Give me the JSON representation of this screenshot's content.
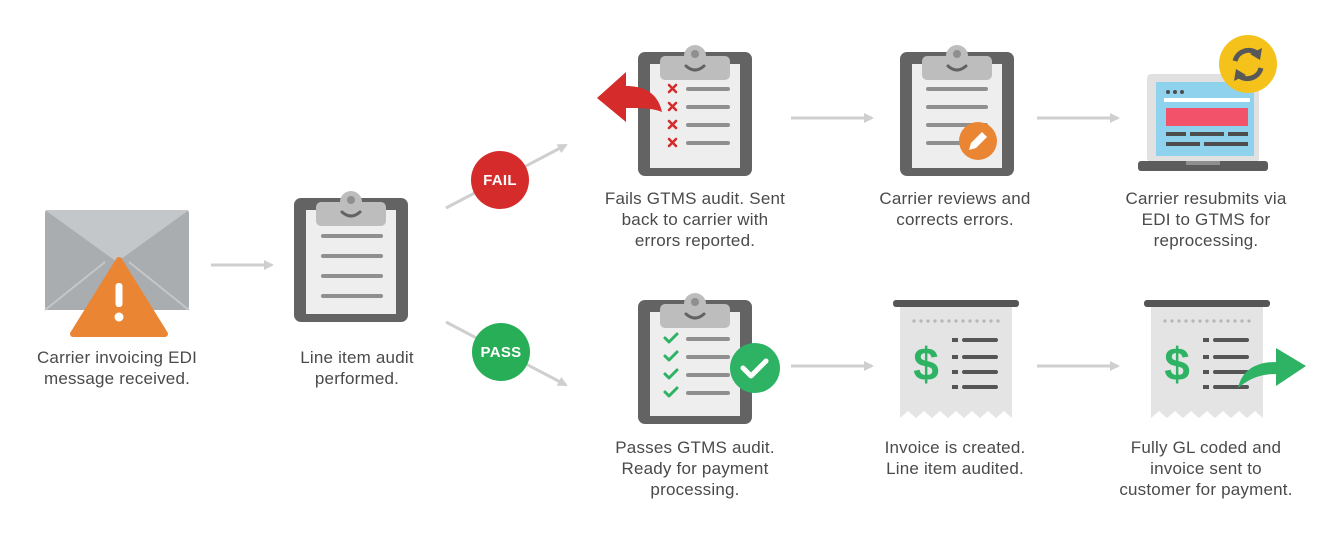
{
  "colors": {
    "fail": "#d52b2b",
    "pass": "#27ae57",
    "arrow": "#cfcfcf",
    "clipboard_frame": "#626262",
    "paper": "#eeeeee",
    "warning": "#ea8534",
    "envelope": "#a9adb0",
    "green_check": "#2eb364",
    "laptop_screen": "#8fd2ee",
    "refresh_badge": "#f5c21b"
  },
  "badges": {
    "fail": "FAIL",
    "pass": "PASS"
  },
  "steps": {
    "received": {
      "lines": [
        "Carrier invoicing EDI",
        "message received."
      ],
      "icon": "envelope-warning-icon"
    },
    "audit": {
      "lines": [
        "Line item audit",
        "performed."
      ],
      "icon": "clipboard-icon"
    },
    "fails": {
      "lines": [
        "Fails GTMS audit. Sent",
        "back to carrier with",
        "errors reported."
      ],
      "icon": "clipboard-errors-icon"
    },
    "reviews": {
      "lines": [
        "Carrier reviews and",
        "corrects errors."
      ],
      "icon": "clipboard-edit-icon"
    },
    "resubmits": {
      "lines": [
        "Carrier resubmits via",
        "EDI to GTMS for",
        "reprocessing."
      ],
      "icon": "laptop-refresh-icon"
    },
    "passes": {
      "lines": [
        "Passes GTMS audit.",
        "Ready for payment",
        "processing."
      ],
      "icon": "clipboard-checklist-icon"
    },
    "created": {
      "lines": [
        "Invoice is created.",
        "Line item audited."
      ],
      "icon": "receipt-icon"
    },
    "coded": {
      "lines": [
        "Fully GL coded and",
        "invoice sent to",
        "customer for payment."
      ],
      "icon": "receipt-send-icon"
    }
  },
  "glyphs": {
    "error_mark": "x",
    "warning_mark": "!",
    "currency": "$"
  }
}
